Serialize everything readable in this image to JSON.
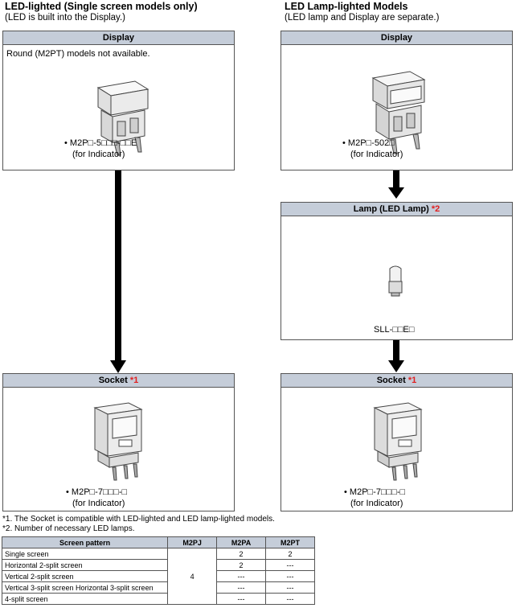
{
  "left": {
    "heading": "LED-lighted (Single screen models only)",
    "subheading": "(LED is built into the Display.)",
    "display": {
      "title": "Display",
      "note": "Round (M2PT) models not available.",
      "model": "• M2P□-5□□□-□□E",
      "purpose": "(for Indicator)"
    },
    "socket": {
      "title": "Socket ",
      "mark": "*1",
      "model": "• M2P□-7□□□-□",
      "purpose": "(for Indicator)"
    }
  },
  "right": {
    "heading": "LED Lamp-lighted Models",
    "subheading": "(LED lamp and Display are separate.)",
    "display": {
      "title": "Display",
      "model": "• M2P□-502□",
      "purpose": "(for Indicator)"
    },
    "lamp": {
      "title": "Lamp (LED Lamp) ",
      "mark": "*2",
      "model": "SLL-□□E□"
    },
    "socket": {
      "title": "Socket ",
      "mark": "*1",
      "model": "• M2P□-7□□□-□",
      "purpose": "(for Indicator)"
    }
  },
  "notes": [
    "*1. The Socket is compatible with LED-lighted and LED lamp-lighted models.",
    "*2. Number of necessary LED lamps."
  ],
  "table": {
    "headers": [
      "Screen pattern",
      "M2PJ",
      "M2PA",
      "M2PT"
    ],
    "rows": [
      [
        "Single screen",
        "2",
        "2"
      ],
      [
        "Horizontal 2-split screen",
        "2",
        "---"
      ],
      [
        "Vertical 2-split screen",
        "---",
        "---"
      ],
      [
        "Vertical 3-split screen Horizontal 3-split screen",
        "---",
        "---"
      ],
      [
        "4-split screen",
        "---",
        "---"
      ]
    ],
    "m2pj_value": "4"
  }
}
